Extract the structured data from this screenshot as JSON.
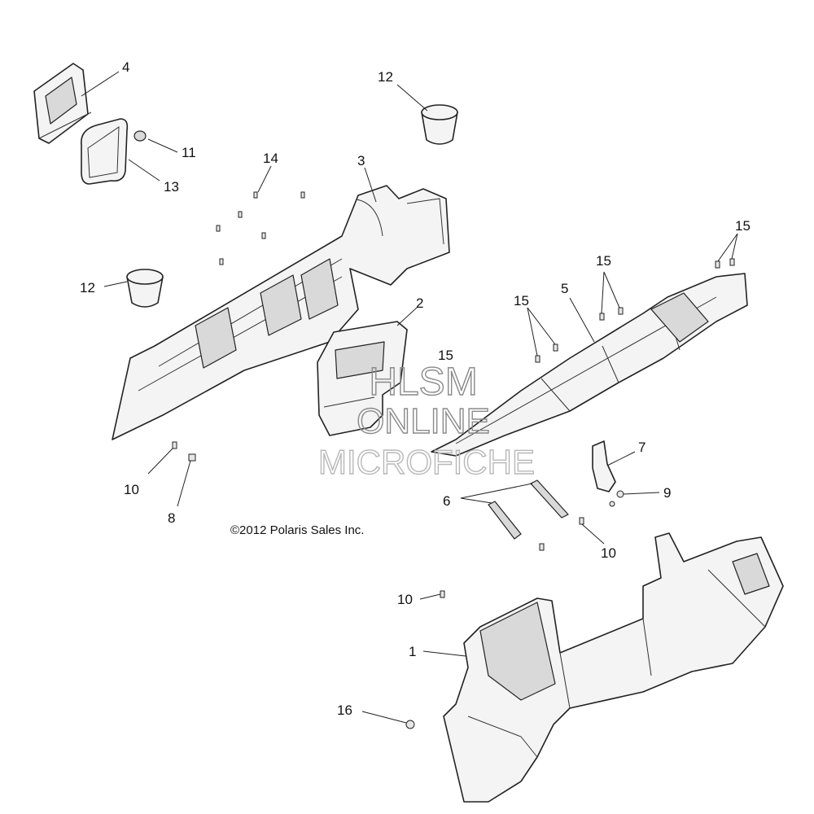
{
  "callouts": {
    "c1": "1",
    "c2": "2",
    "c3": "3",
    "c4": "4",
    "c5": "5",
    "c6": "6",
    "c7": "7",
    "c8": "8",
    "c9": "9",
    "c10a": "10",
    "c10b": "10",
    "c10c": "10",
    "c11": "11",
    "c12a": "12",
    "c12b": "12",
    "c13": "13",
    "c14": "14",
    "c15a": "15",
    "c15b": "15",
    "c15c": "15",
    "c15d": "15",
    "c16": "16"
  },
  "copyright": "©2012 Polaris Sales Inc.",
  "watermark": {
    "line1": "HLSM",
    "line2": "ONLINE",
    "line3": "MICROFICHE"
  }
}
